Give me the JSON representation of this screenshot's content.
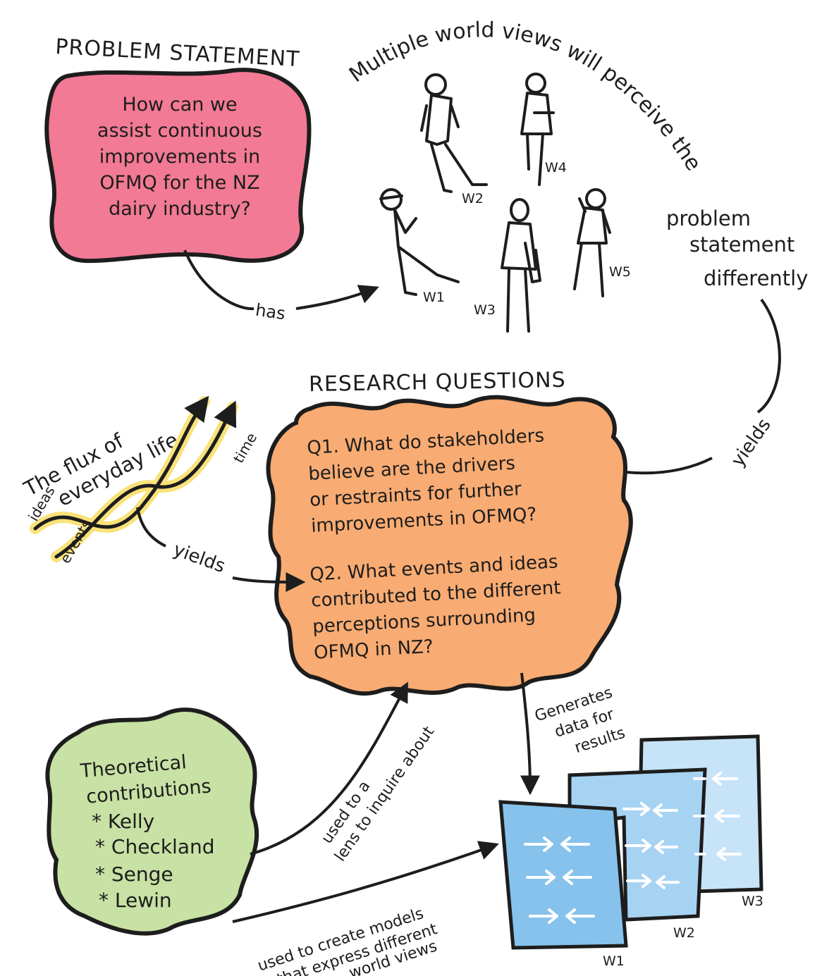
{
  "problem": {
    "heading": "PROBLEM STATEMENT",
    "lines": [
      "How can we",
      "assist continuous",
      "improvements in",
      "OFMQ for the NZ",
      "dairy industry?"
    ]
  },
  "worldviews": {
    "arc_text": "Multiple world views will perceive the",
    "lines": [
      "problem",
      "statement",
      "differently"
    ],
    "people": [
      "W1",
      "W2",
      "W3",
      "W4",
      "W5"
    ]
  },
  "connectors": {
    "has": "has",
    "yields_right": "yields",
    "yields_left": "yields",
    "generates": [
      "Generates",
      "data for",
      "results"
    ],
    "lens": [
      "used to a",
      "lens to inquire about"
    ],
    "models": [
      "used to create models",
      "that express different",
      "world views"
    ]
  },
  "research": {
    "heading": "RESEARCH QUESTIONS",
    "q1": [
      "Q1. What do stakeholders",
      "believe are the drivers",
      "or restraints for further",
      "improvements in OFMQ?"
    ],
    "q2": [
      "Q2. What events and ideas",
      "contributed to the different",
      "perceptions surrounding",
      "OFMQ in NZ?"
    ]
  },
  "flux": {
    "title": [
      "The flux of",
      "everyday life"
    ],
    "ideas": "ideas",
    "events": "events",
    "time": "time"
  },
  "theory": {
    "lines": [
      "Theoretical",
      "contributions"
    ],
    "bullets": [
      "* Kelly",
      "* Checkland",
      "* Senge",
      "* Lewin"
    ]
  },
  "pages": [
    "W1",
    "W2",
    "W3"
  ],
  "colors": {
    "pink": "#f27a95",
    "orange": "#f8ab72",
    "green": "#c8e1a4",
    "blue1": "#86c2ec",
    "blue2": "#a7d3f3",
    "blue3": "#c7e3f8",
    "yellow": "#f9e27a",
    "ink": "#1d1d1d"
  }
}
